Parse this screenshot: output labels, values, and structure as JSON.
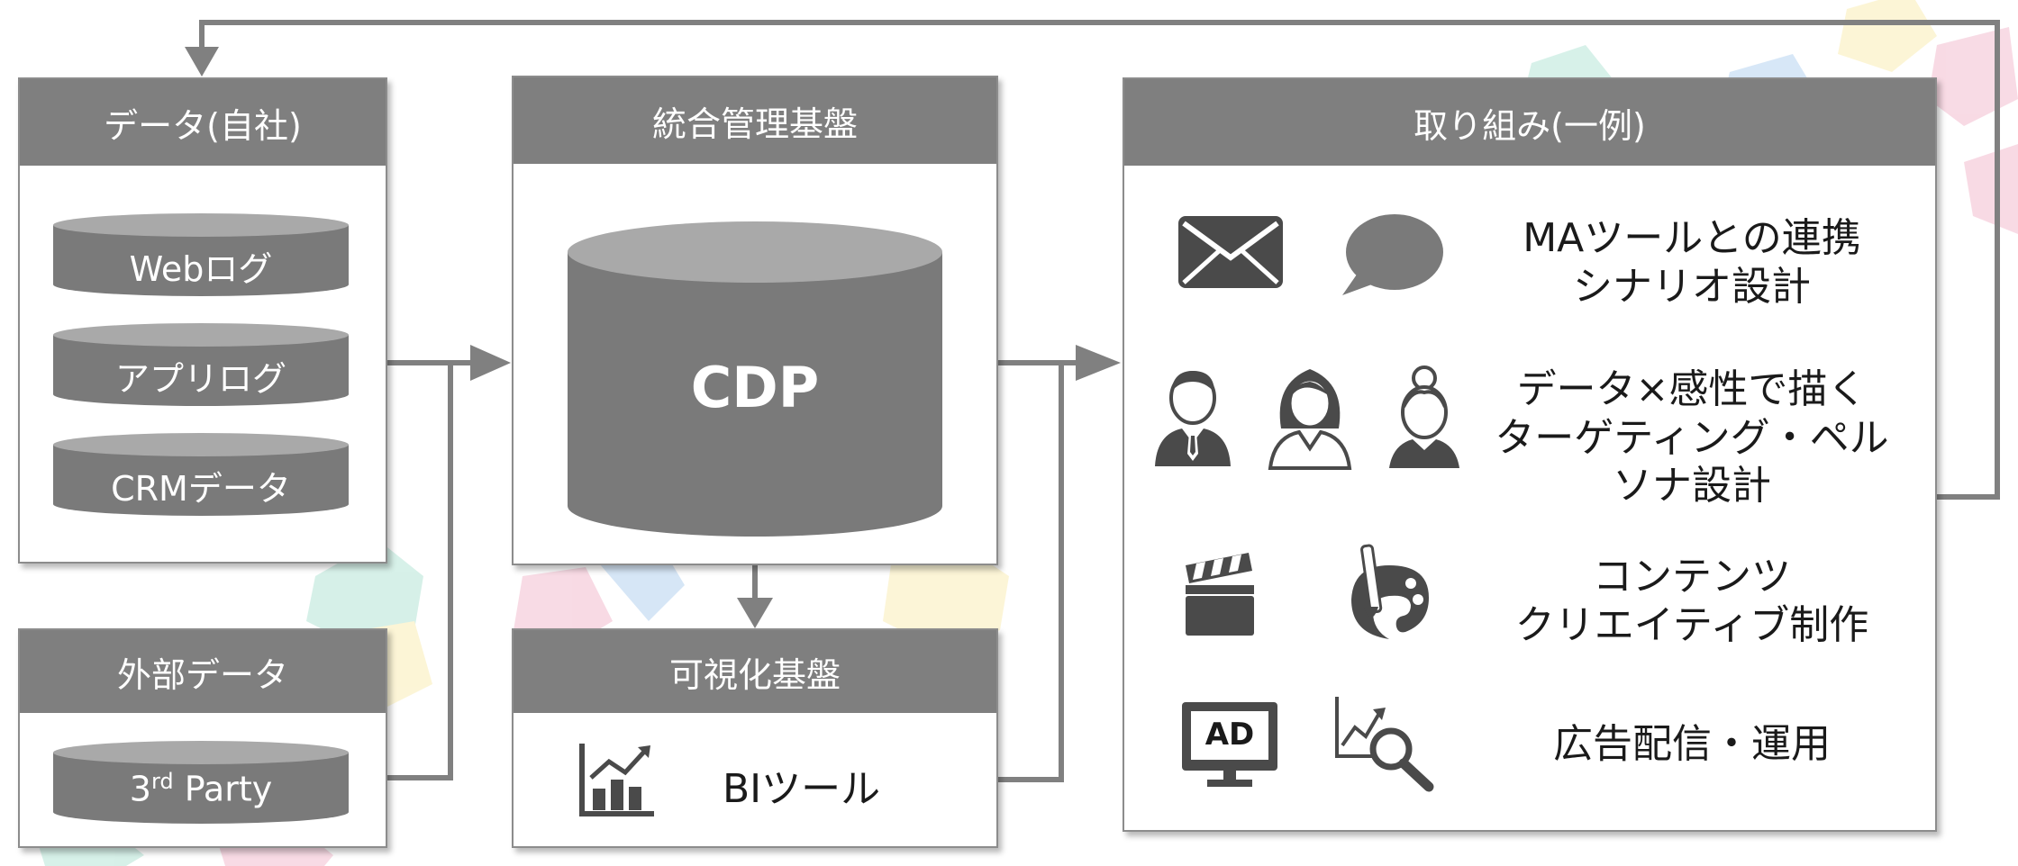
{
  "colors": {
    "header_bg": "#7f7f7f",
    "cylinder": "#7a7a7a",
    "cylinder_top": "#a9a9a9",
    "connector": "#808080",
    "icon": "#4a4a4a"
  },
  "panels": {
    "own_data": {
      "title": "データ(自社)",
      "items": [
        "Webログ",
        "アプリログ",
        "CRMデータ"
      ]
    },
    "external_data": {
      "title": "外部データ",
      "item_main": "3",
      "item_sup": "rd",
      "item_rest": " Party"
    },
    "integration": {
      "title": "統合管理基盤",
      "cylinder_label": "CDP"
    },
    "visualization": {
      "title": "可視化基盤",
      "item": "BIツール"
    },
    "initiatives": {
      "title": "取り組み(一例)",
      "rows": [
        {
          "lines": [
            "MAツールとの連携",
            "シナリオ設計"
          ],
          "icons": [
            "envelope-icon",
            "speech-bubble-icon"
          ]
        },
        {
          "lines": [
            "データ×感性で描く",
            "ターゲティング・ペル",
            "ソナ設計"
          ],
          "icons": [
            "businessman-icon",
            "woman-icon",
            "elderly-woman-icon"
          ]
        },
        {
          "lines": [
            "コンテンツ",
            "クリエイティブ制作"
          ],
          "icons": [
            "clapperboard-icon",
            "artist-palette-icon"
          ]
        },
        {
          "lines": [
            "広告配信・運用"
          ],
          "icons": [
            "ad-monitor-icon",
            "analytics-search-icon"
          ]
        }
      ],
      "ad_label": "AD"
    }
  }
}
